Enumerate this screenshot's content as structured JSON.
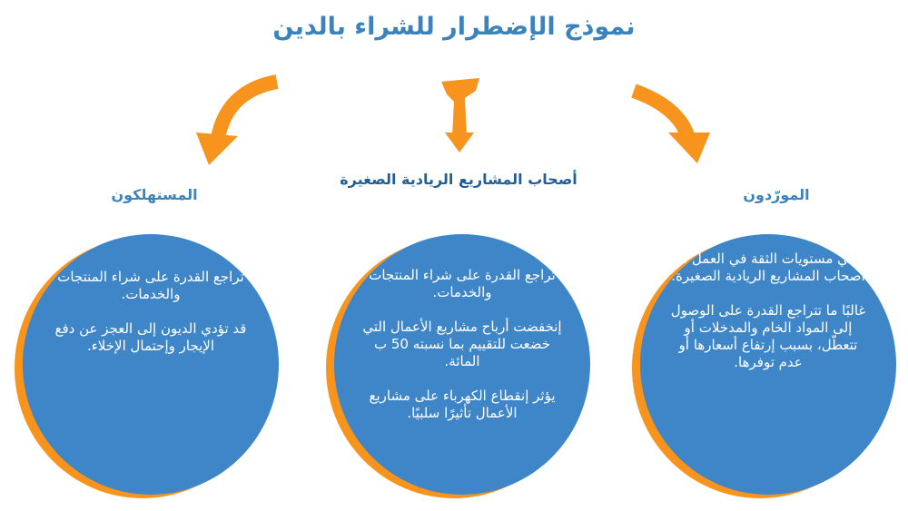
{
  "title": "نموذج الإضطرار للشراء بالدين",
  "colors": {
    "title_blue": "#3b83bd",
    "circle_blue": "#3f86c9",
    "arrow_orange": "#f7941d",
    "center_heading": "#1f5f9a"
  },
  "icons": [
    "curved-arrow-left-icon",
    "zigzag-arrow-down-icon",
    "curved-arrow-right-icon"
  ],
  "groups": {
    "left": {
      "heading": "المستهلكون",
      "paragraphs": [
        "تراجع القدرة على شراء المنتجات والخدمات.",
        "قد تؤدي الديون إلى العجز عن دفع الإيجار وإحتمال الإخلاء."
      ]
    },
    "center": {
      "heading": "أصحاب المشاريع الريادية الصغيرة",
      "paragraphs": [
        "تراجع القدرة على شراء المنتجات والخدمات.",
        "إنخفضت أرباح مشاريع الأعمال التي خضعت للتقييم بما نسبته 50 ب المائة.",
        "يؤثر إنقطاع الكهرباء على مشاريع الأعمال تأثيرًا سلبيًا."
      ]
    },
    "right": {
      "heading": "المورّدون",
      "paragraphs": [
        "تدني مستويات الثقة في العمل مع أصحاب المشاريع الريادية الصغيرة.",
        "غالبًا ما تتراجع القدرة على الوصول إلى المواد الخام والمدخلات أو تتعطّل، بسبب إرتفاع أسعارها أو عدم توفرها."
      ]
    }
  }
}
